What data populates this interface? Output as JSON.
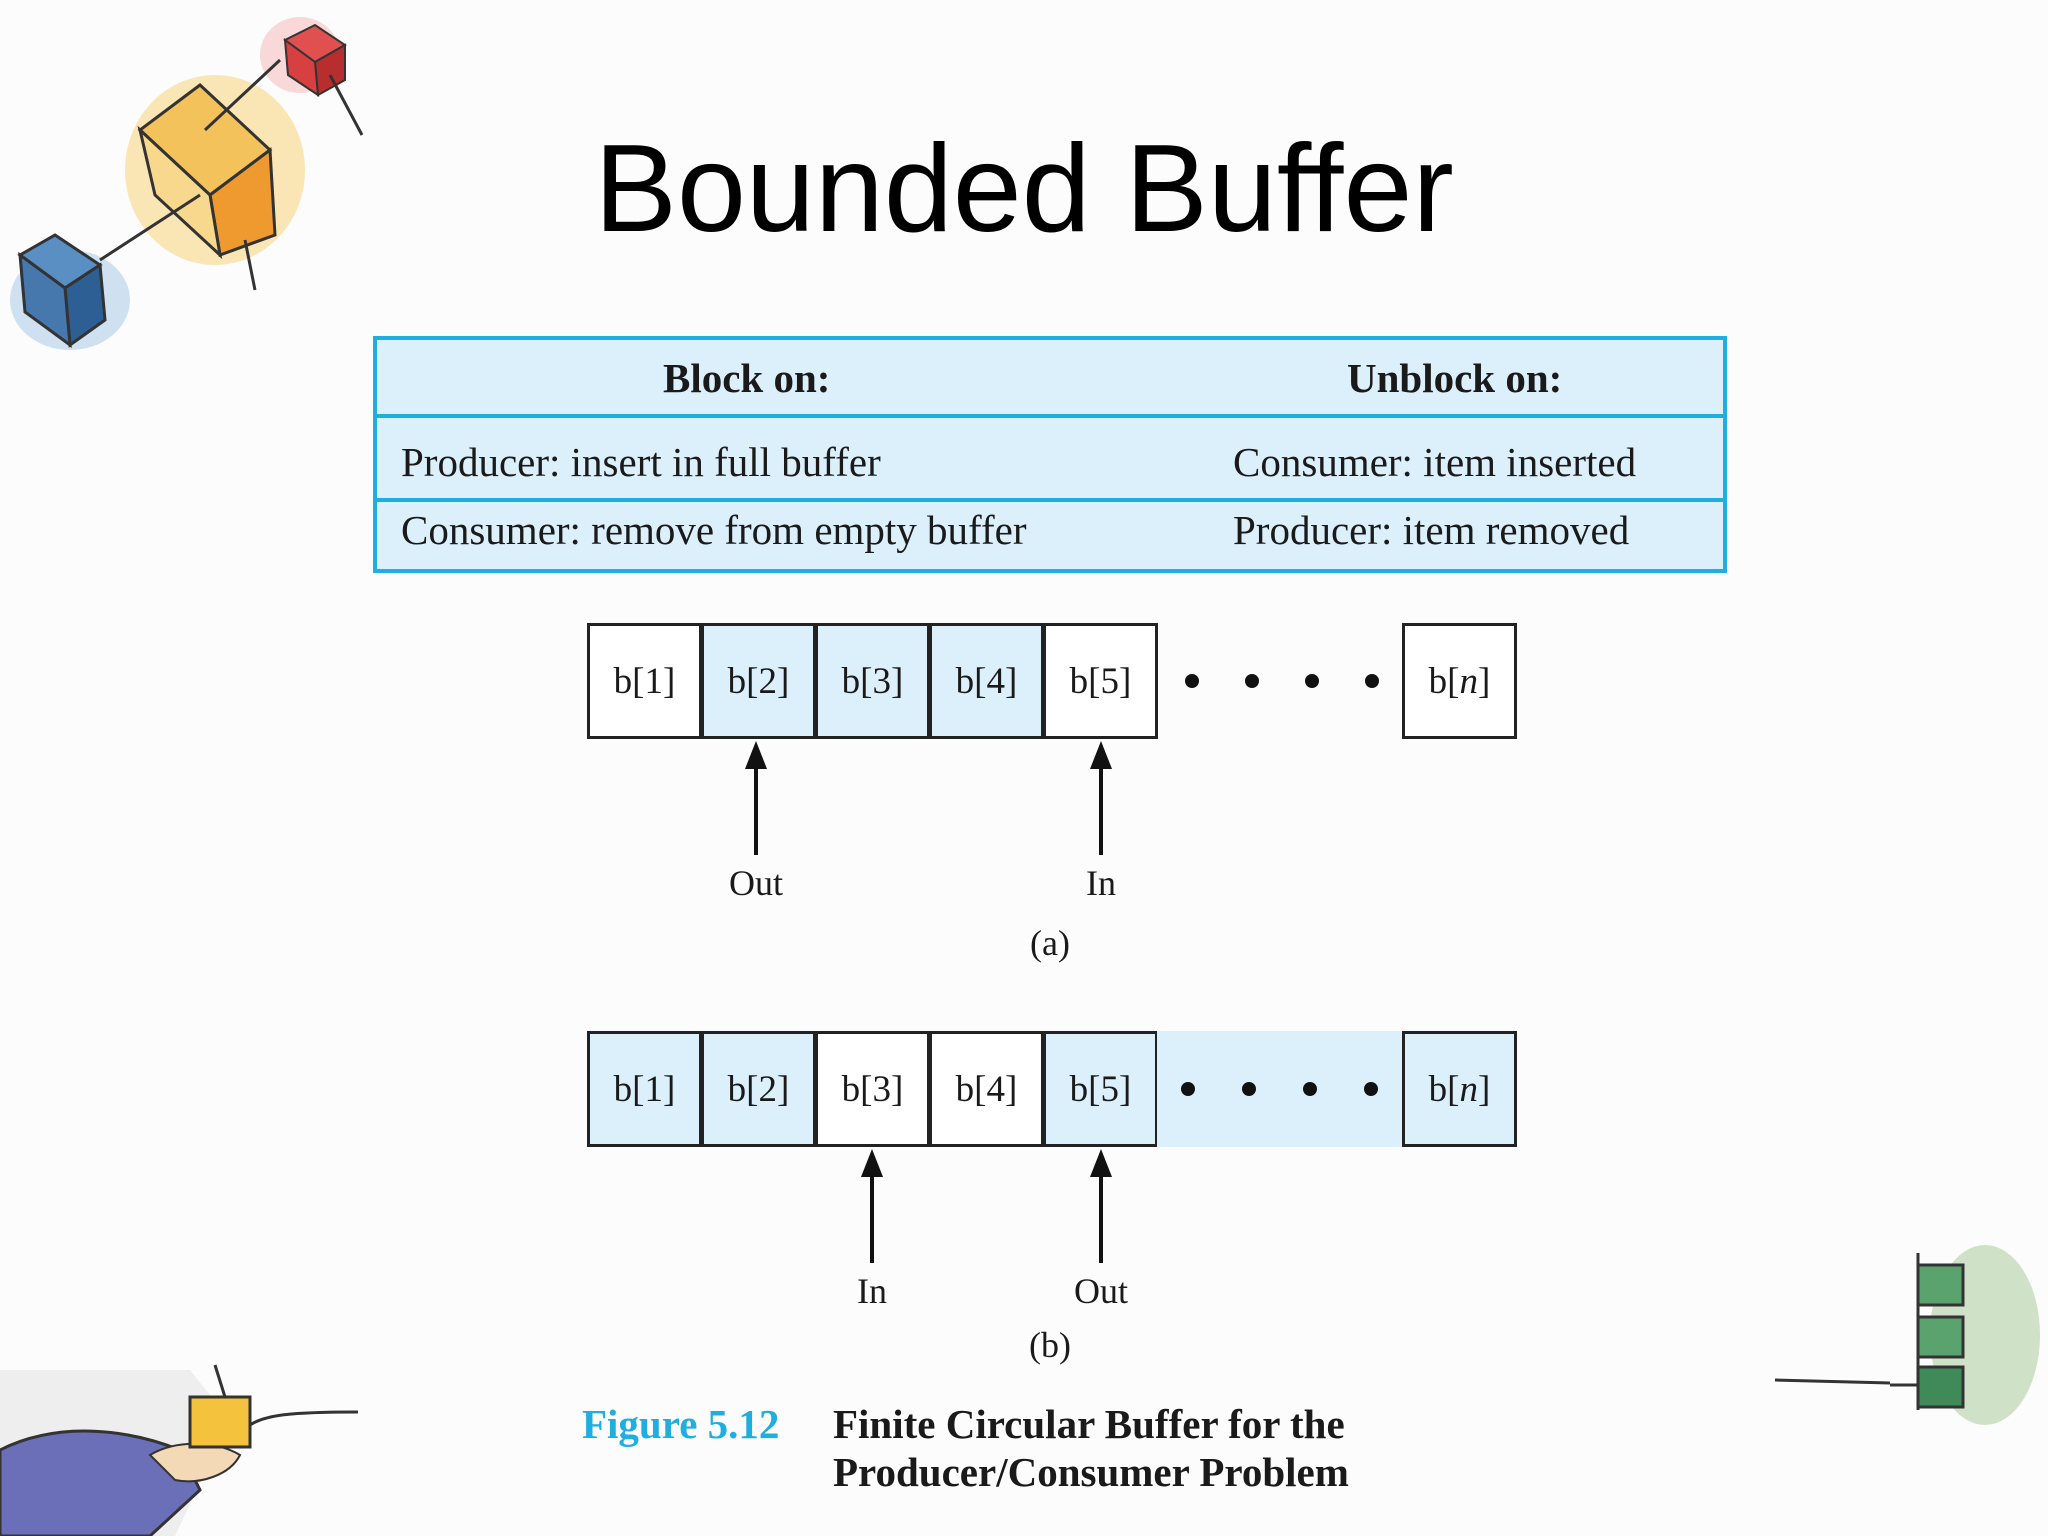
{
  "slide": {
    "title": "Bounded Buffer"
  },
  "block_table": {
    "header": {
      "block": "Block on:",
      "unblock": "Unblock on:"
    },
    "rows": [
      {
        "block": "Producer: insert in full buffer",
        "unblock": "Consumer: item inserted"
      },
      {
        "block": "Consumer: remove from empty buffer",
        "unblock": "Producer: item removed"
      }
    ]
  },
  "figure_a": {
    "cells": [
      "b[1]",
      "b[2]",
      "b[3]",
      "b[4]",
      "b[5]"
    ],
    "last_cell_prefix": "b[",
    "last_cell_var": "n",
    "last_cell_suffix": "]",
    "pointers": {
      "out": "Out",
      "in": "In"
    },
    "label": "(a)"
  },
  "figure_b": {
    "cells": [
      "b[1]",
      "b[2]",
      "b[3]",
      "b[4]",
      "b[5]"
    ],
    "last_cell_prefix": "b[",
    "last_cell_var": "n",
    "last_cell_suffix": "]",
    "pointers": {
      "in": "In",
      "out": "Out"
    },
    "label": "(b)"
  },
  "caption": {
    "number": "Figure 5.12",
    "line1": "Finite Circular Buffer for the",
    "line2": "Producer/Consumer Problem"
  },
  "colors": {
    "accent": "#1eaee0",
    "shade": "#dcf0fc"
  },
  "decorations": [
    "boxes-clipart-icon",
    "hand-with-box-icon",
    "stacked-boxes-icon"
  ]
}
